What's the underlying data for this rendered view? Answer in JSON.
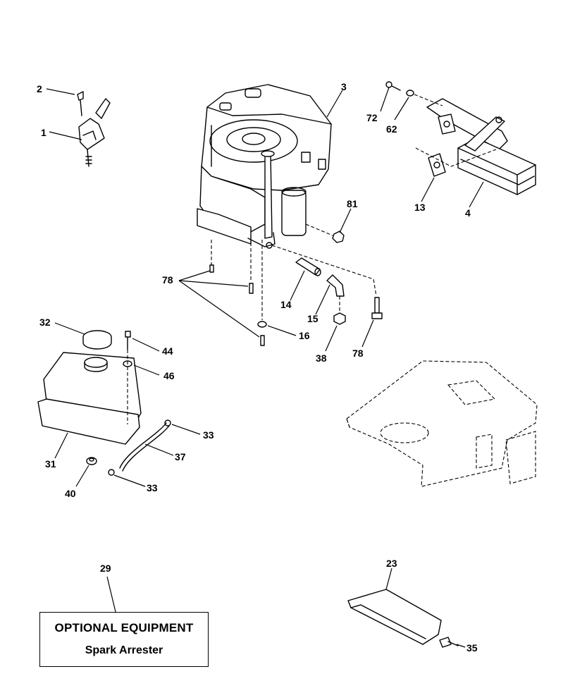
{
  "diagram": {
    "callouts": {
      "c1": "1",
      "c2": "2",
      "c3": "3",
      "c4": "4",
      "c13": "13",
      "c14": "14",
      "c15": "15",
      "c16": "16",
      "c23": "23",
      "c29": "29",
      "c31": "31",
      "c32": "32",
      "c33a": "33",
      "c33b": "33",
      "c35": "35",
      "c37": "37",
      "c38": "38",
      "c40": "40",
      "c44": "44",
      "c46": "46",
      "c62": "62",
      "c72": "72",
      "c78a": "78",
      "c78b": "78",
      "c81": "81"
    },
    "note": {
      "title": "OPTIONAL EQUIPMENT",
      "subtitle": "Spark Arrester"
    }
  }
}
